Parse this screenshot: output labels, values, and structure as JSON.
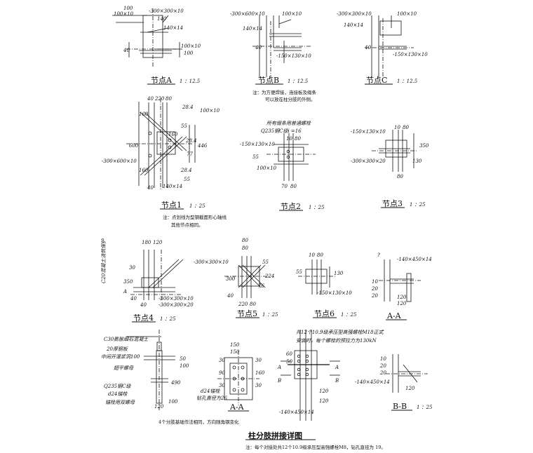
{
  "details": {
    "A": {
      "title": "节点A",
      "scale": "1 ：12.5",
      "labels": [
        "100",
        "100×10",
        "-300×300×10",
        "140",
        "140×14",
        "40",
        "100",
        "100×10"
      ]
    },
    "B": {
      "title": "节点B",
      "scale": "1 ：12.5",
      "labels": [
        "-300×600×10",
        "100×10",
        "140×14",
        "40",
        "-150×130×10"
      ],
      "note": [
        "注：为方便焊接，连接板及缀条",
        "可以放在柱分肢的外侧。"
      ]
    },
    "C": {
      "title": "节点C",
      "scale": "1 ：12.5",
      "labels": [
        "-300×300×10",
        "100×10",
        "140×14",
        "40",
        "-150×130×10"
      ]
    },
    "n1": {
      "title": "节点1",
      "scale": "1 ：25",
      "labels": [
        "40",
        "220",
        "80",
        "160",
        "28.4",
        "100×10",
        "600",
        "55",
        "160",
        "28.4",
        "446",
        "77",
        "-300×600×10",
        "160",
        "28.4",
        "55",
        "40",
        "140×14"
      ],
      "note": [
        "注：点划线为型钢截面形心轴线",
        "其他节点相同。"
      ]
    },
    "n2": {
      "title": "节点2",
      "scale": "1 ：25",
      "labels": [
        "所有缀条用普通螺栓",
        "Q235钢C级i =16",
        "-150×130×10",
        "10",
        "80",
        "55",
        "100×10",
        "70",
        "80"
      ]
    },
    "n3": {
      "title": "节点3",
      "scale": "1 ：25",
      "labels": [
        "-150×130×10",
        "10",
        "80",
        "-300×300×20",
        "350",
        "130",
        "80"
      ]
    },
    "n4": {
      "title": "节点4",
      "scale": "1 ：25",
      "labels": [
        "180",
        "120",
        "C20混凝土浇筑保护",
        "350",
        "30",
        "A",
        "40",
        "-300×300×10",
        "-300×300×20",
        "40"
      ]
    },
    "n5": {
      "title": "节点5",
      "scale": "1 ：25",
      "labels": [
        "80",
        "80",
        "-300×300×10",
        "55",
        "300",
        "224",
        "76",
        "220",
        "80",
        "40"
      ]
    },
    "n6": {
      "title": "节点6",
      "scale": "1 ：25",
      "labels": [
        "10",
        "80",
        "55",
        "130",
        "-150×130×10"
      ]
    },
    "AA1": {
      "title": "A-A",
      "labels": [
        "?",
        "-140×450×14",
        "120",
        "10",
        "20",
        "120",
        "20"
      ]
    },
    "base": {
      "labels": [
        "C30膨胀细石混凝土",
        "20厚钢板",
        "中间开灌浆洞100",
        "翅平螺母",
        "Q235钢C级",
        "d24锚栓",
        "锚栓用双螺母",
        "50",
        "100",
        "490",
        "120",
        "100"
      ]
    },
    "AA2": {
      "title": "A-A",
      "labels": [
        "150",
        "150",
        "30",
        "90",
        "30",
        "30",
        "160",
        "30",
        "d24锚栓",
        "钻孔直径为26"
      ]
    },
    "splice": {
      "labels": [
        "共12个10.9级承压型高强螺栓M18正式",
        "安装时，每个螺栓的预拉力为130kN",
        "60",
        "50",
        "A",
        "B",
        "A",
        "B",
        "-140×450×14",
        "120",
        "120"
      ]
    },
    "BB": {
      "title": "B-B",
      "scale": "1 ：25",
      "labels": [
        "10",
        "20",
        "20",
        "-140×450×14",
        "120"
      ]
    },
    "note_anchor": "4个分肢基础作法相同，方向随角钢变化",
    "main_title": "柱分肢拼接详图",
    "bottom_note": "注：每个对接处共12个10.9级承压型高强螺栓M8，钻孔直径为 19。"
  }
}
